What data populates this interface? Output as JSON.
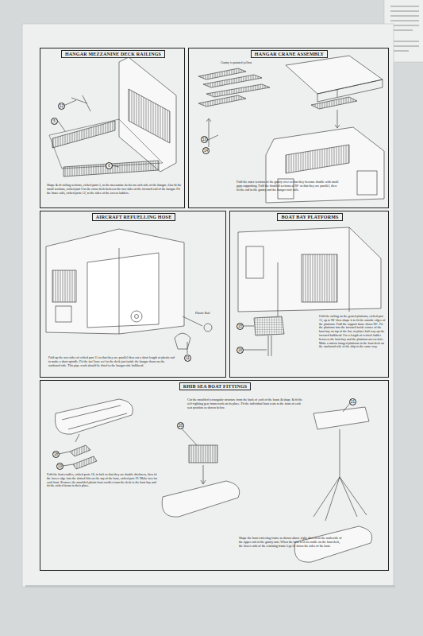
{
  "diagram": {
    "nodes": [
      {
        "text": [
          "HANGAR MEZZANINE DECK RAILINGS",
          "Shape & fit railing sections, etched parts 5, to the mezzanine decks on each side of the hangar. Also fit the small sections, etched part 6 to the cross deck between the two sides at the forward end of the hangar. Fit the brace rails, etched parts 12, to the sides of the access ladders."
        ]
      },
      {
        "text": [
          "12"
        ],
        "in": 0
      },
      {
        "text": [
          "5"
        ],
        "in": 0
      },
      {
        "text": [
          "6"
        ],
        "in": 0
      },
      {
        "text": [
          "HANGAR CRANE ASSEMBLY",
          "Gantry is painted yellow",
          "Fold the outer sections of the gantry over so that they become double with small gaps supporting. Fold the doubled sections at 90° so that they are parallel, then fit the end to the gantry and the hangar roof rails."
        ]
      },
      {
        "text": [
          "13"
        ],
        "in": 4
      },
      {
        "text": [
          "14"
        ],
        "in": 4
      },
      {
        "text": [
          "AIRCRAFT REFUELLING HOSE",
          "Fold up the two sides of etched part 11 so that they are parallel then cut a short length of plastic rod to make a short spindle. Fit the fuel hose reel to the deck just inside the hangar doors on the starboard side. This pipe work should be fitted to the hangar side bulkhead.",
          "Plastic Rod"
        ]
      },
      {
        "text": [
          "11"
        ],
        "in": 7
      },
      {
        "text": [
          "BOAT BAY PLATFORMS",
          "Fold the railing on the grated platform, etched part 15, up at 90° then shape it to fit the outside edges of the platform. Fold the support brace down 90°. Fit the platform into the forward inside corner of the boat bay on top of the line of plates half way up the forward bulkhead. For a length of vertical ladder between the boat bay and the platform access hole. Make a mirror imaged platform in the boat deck on the starboard side of the ship in the same way."
        ]
      },
      {
        "text": [
          "15"
        ],
        "in": 9
      },
      {
        "text": [
          "16"
        ],
        "in": 9
      },
      {
        "text": [
          "RHIB SEA BOAT FITTINGS",
          "Fold the boat cradles, etched parts 18, in half so that they are double thickness, then fit the lower edge into the slotted lifts on the top of the boat, etched part 19. Make two for each boat. Remove the moulded plastic boat cradles from the deck in the boat bay and fit the etched items in their place.",
          "Cut the moulded rectangular structure from the back of each of the boats & shape & fit the self-righting gear framework on its place. Fit the individual boat seats to the front of each seat position as shown below.",
          "Shape the boat retrieving frame as shown above right, then fit to the underside of the upper end of the gantry arm. When the boat is in its cradle on the boat deck, the lower ends of the retaining frame legs lie down the sides of the boat."
        ]
      },
      {
        "text": [
          "18"
        ],
        "in": 12
      },
      {
        "text": [
          "19"
        ],
        "in": 12
      },
      {
        "text": [
          "20"
        ],
        "in": 12
      },
      {
        "text": [
          "21"
        ],
        "in": 12
      }
    ]
  }
}
